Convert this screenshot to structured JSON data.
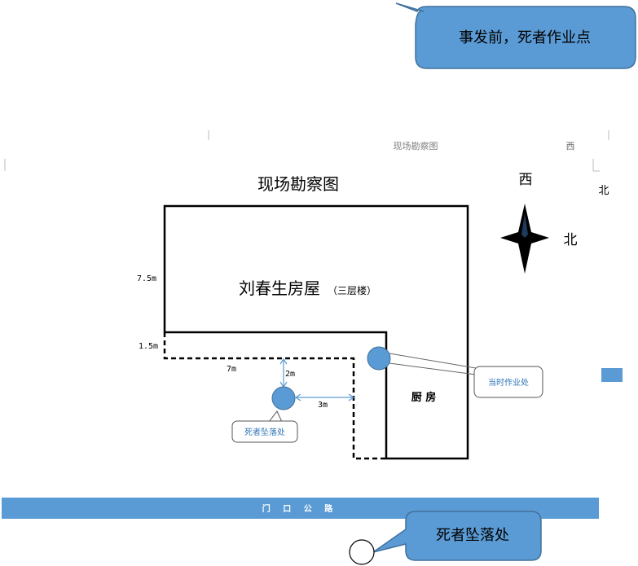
{
  "callout_top": "事发前，死者作业点",
  "callout_bottom": "死者坠落处",
  "fragments": {
    "top_text": "现场勘察图",
    "top_right": "西",
    "right_edge": "北"
  },
  "diagram": {
    "title": "现场勘察图",
    "house_label": "刘春生房屋",
    "house_note": "（三层楼）",
    "kitchen": "厨 房",
    "road": "门 口 公 路",
    "work_spot_label": "当时作业处",
    "fall_spot_label": "死者坠落处",
    "dims": {
      "height_main": "7.5m",
      "height_ext": "1.5m",
      "width_ext": "7m",
      "dist_v": "2m",
      "dist_h": "3m"
    },
    "compass": {
      "west": "西",
      "north": "北"
    }
  },
  "colors": {
    "callout": "#5b9bd5",
    "callout_border": "#41719c",
    "marker": "#5b9bd5",
    "road": "#5b9bd5",
    "label_blue": "#2e75b6"
  }
}
